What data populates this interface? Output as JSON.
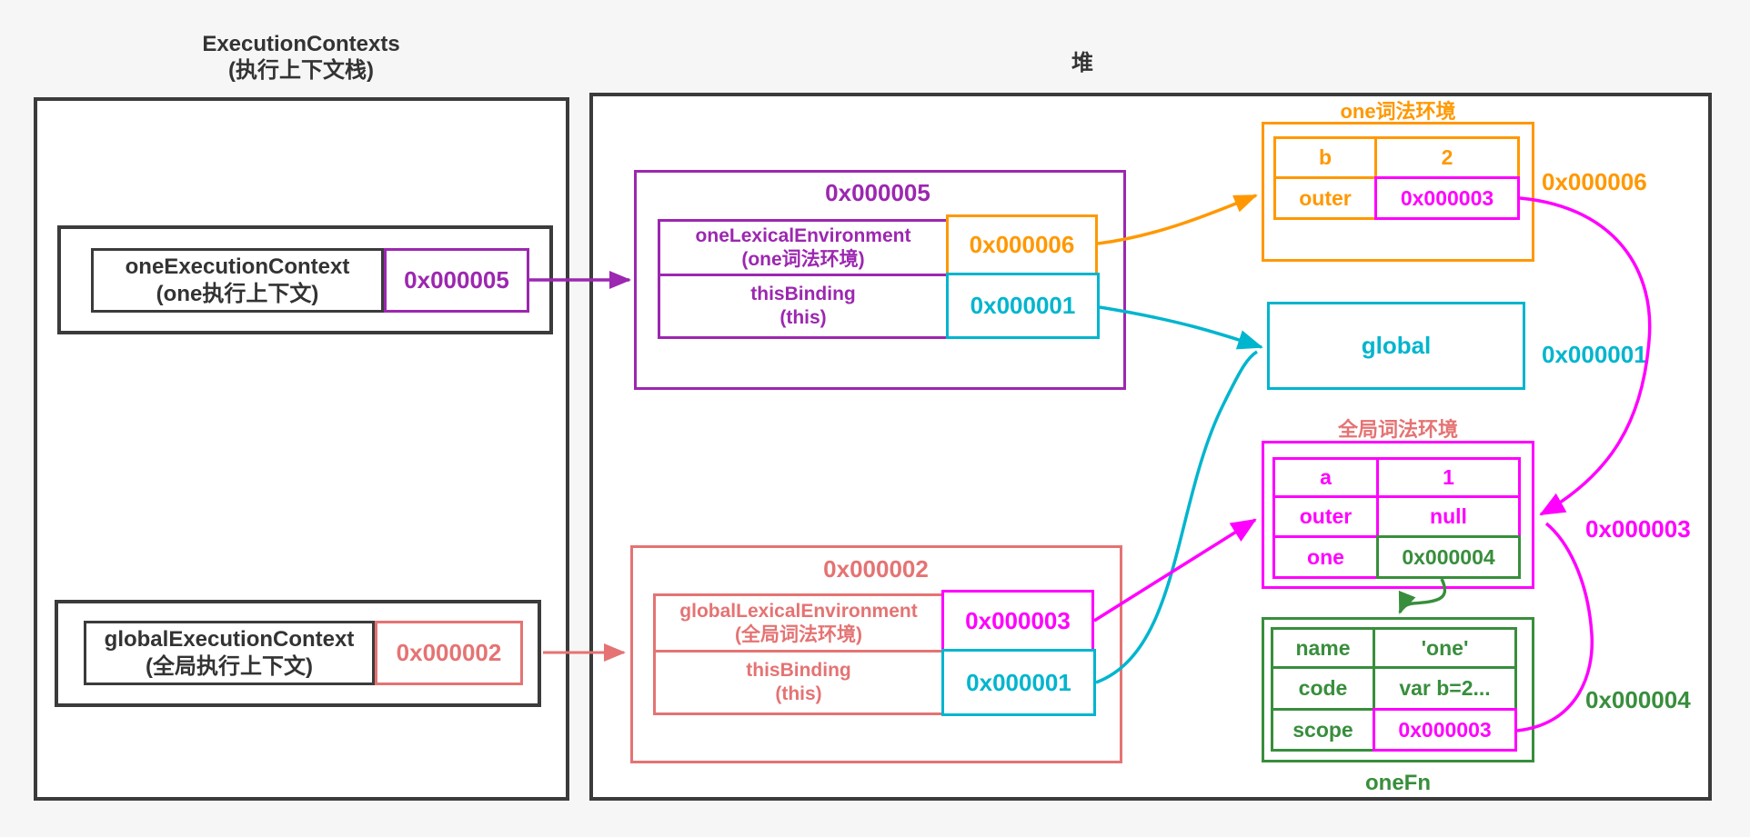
{
  "stack_panel": {
    "title_line1": "ExecutionContexts",
    "title_line2": "(执行上下文栈)",
    "items": [
      {
        "label_line1": "oneExecutionContext",
        "label_line2": "(one执行上下文)",
        "address": "0x000005"
      },
      {
        "label_line1": "globalExecutionContext",
        "label_line2": "(全局执行上下文)",
        "address": "0x000002"
      }
    ]
  },
  "heap_panel": {
    "title": "堆",
    "one_context_box": {
      "title": "0x000005",
      "rows": [
        {
          "label_line1": "oneLexicalEnvironment",
          "label_line2": "(one词法环境)",
          "value": "0x000006"
        },
        {
          "label_line1": "thisBinding",
          "label_line2": "(this)",
          "value": "0x000001"
        }
      ]
    },
    "global_context_box": {
      "title": "0x000002",
      "rows": [
        {
          "label_line1": "globalLexicalEnvironment",
          "label_line2": "(全局词法环境)",
          "value": "0x000003"
        },
        {
          "label_line1": "thisBinding",
          "label_line2": "(this)",
          "value": "0x000001"
        }
      ]
    },
    "one_lexical_env_table": {
      "title": "one词法环境",
      "address_label": "0x000006",
      "rows": [
        {
          "key": "b",
          "value": "2"
        },
        {
          "key": "outer",
          "value": "0x000003"
        }
      ]
    },
    "global_object_box": {
      "label": "global",
      "address_label": "0x000001"
    },
    "global_lexical_env_table": {
      "title": "全局词法环境",
      "address_label": "0x000003",
      "rows": [
        {
          "key": "a",
          "value": "1"
        },
        {
          "key": "outer",
          "value": "null"
        },
        {
          "key": "one",
          "value": "0x000004"
        }
      ]
    },
    "one_fn_table": {
      "caption": "oneFn",
      "address_label": "0x000004",
      "rows": [
        {
          "key": "name",
          "value": "'one'"
        },
        {
          "key": "code",
          "value": "var b=2..."
        },
        {
          "key": "scope",
          "value": "0x000003"
        }
      ]
    }
  },
  "colors": {
    "purple": "#9C27B0",
    "salmon": "#E57373",
    "orange": "#FF9800",
    "cyan": "#00B5CE",
    "magenta": "#FF00FF",
    "green": "#388E3C",
    "dark": "#3B3B3B"
  }
}
